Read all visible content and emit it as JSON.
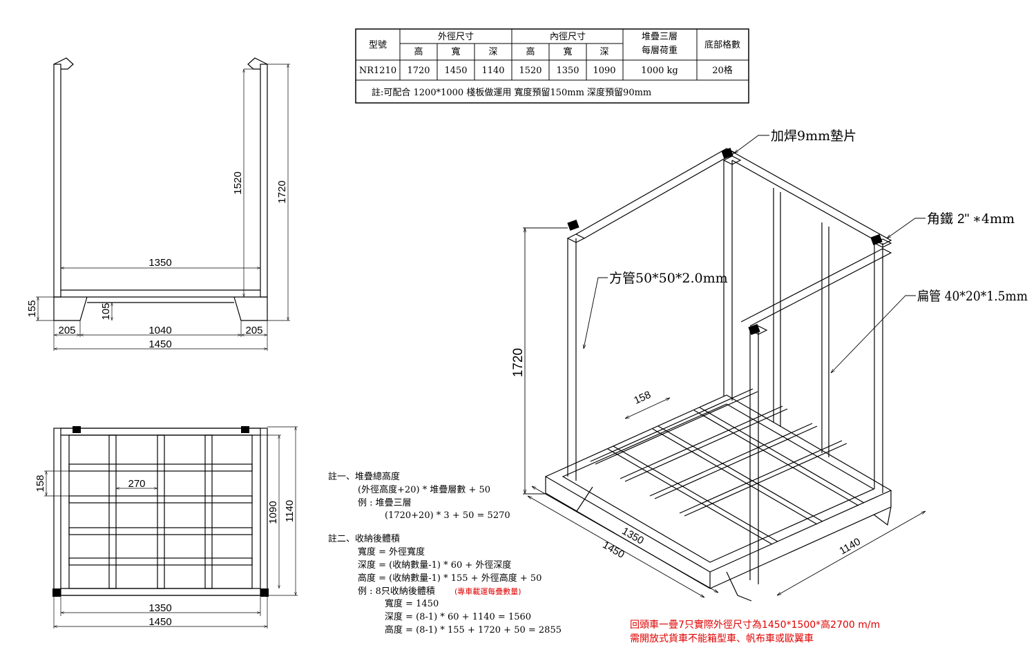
{
  "table": {
    "h_model": "型號",
    "h_outer": "外徑尺寸",
    "h_inner": "內徑尺寸",
    "h_load_1": "堆疊三層",
    "h_load_2": "每層荷重",
    "h_grid": "底部格數",
    "sub_h1": "高",
    "sub_w1": "寬",
    "sub_d1": "深",
    "sub_h2": "高",
    "sub_w2": "寬",
    "sub_d2": "深",
    "row": {
      "model": "NR1210",
      "outer_h": "1720",
      "outer_w": "1450",
      "outer_d": "1140",
      "inner_h": "1520",
      "inner_w": "1350",
      "inner_d": "1090",
      "load": "1000 kg",
      "grid": "20格"
    },
    "note": "註:可配合 1200*1000 棧板做運用 寬度預留150mm 深度預留90mm"
  },
  "front_view": {
    "d1350": "1350",
    "d1520": "1520",
    "d1720": "1720",
    "d155": "155",
    "d105": "105",
    "d205a": "205",
    "d1040": "1040",
    "d205b": "205",
    "d1450": "1450"
  },
  "top_view": {
    "d158": "158",
    "d270": "270",
    "d1090": "1090",
    "d1140": "1140",
    "d1350": "1350",
    "d1450": "1450"
  },
  "iso_view": {
    "callout_shim": "加焊9mm墊片",
    "callout_angle_a": "角鐵",
    "callout_angle_b": "2\"",
    "callout_angle_c": "∗4mm",
    "callout_square": "方管50*50*2.0mm",
    "callout_flat": "扁管 40*20*1.5mm",
    "d1720": "1720",
    "d158": "158",
    "d1350": "1350",
    "d1450": "1450",
    "d1140": "1140"
  },
  "notes": {
    "n1_title": "註一、堆疊總高度",
    "n1_l1": "(外徑高度+20) * 堆疊層數 + 50",
    "n1_l2": "例 : 堆疊三層",
    "n1_l3": "(1720+20) * 3 + 50 = 5270",
    "n2_title": "註二、收納後體積",
    "n2_l1": "寬度 = 外徑寬度",
    "n2_l2": "深度 = (收納數量-1) * 60 + 外徑深度",
    "n2_l3": "高度 = (收納數量-1) * 155 + 外徑高度 + 50",
    "n2_l4": "例 : 8只收納後體積",
    "n2_l4_red": "(專車載運每疊數量)",
    "n2_l5": "寬度 = 1450",
    "n2_l6": "深度 = (8-1) * 60 + 1140 = 1560",
    "n2_l7": "高度 = (8-1) * 155 + 1720 + 50 = 2855"
  },
  "red_notes": {
    "line1": "回頭車一疊7只實際外徑尺寸為1450*1500*高2700 m/m",
    "line2": "需開放式貨車不能箱型車、帆布車或歐翼車"
  }
}
